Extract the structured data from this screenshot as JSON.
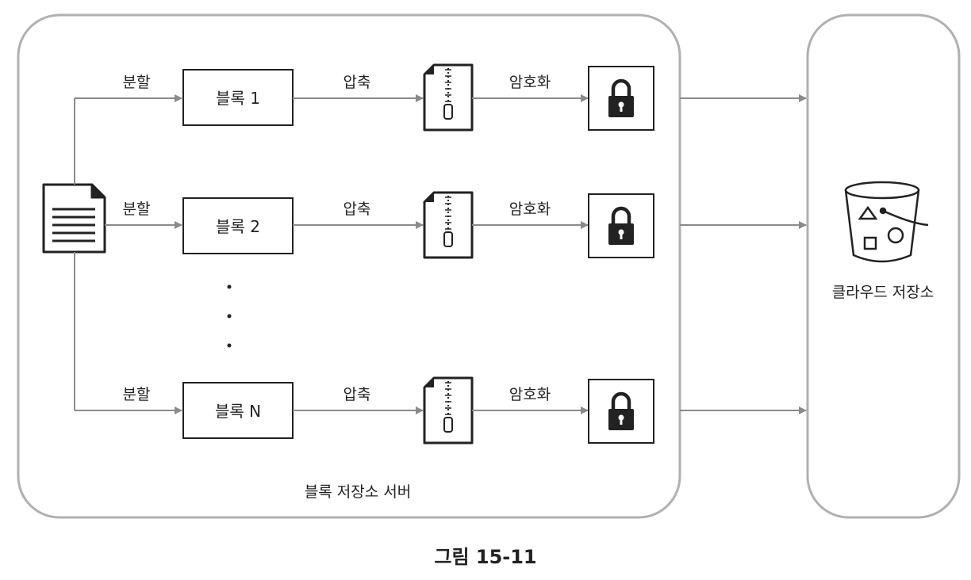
{
  "labels": {
    "split": "분할",
    "compress": "압축",
    "encrypt": "암호화",
    "server": "블록 저장소 서버",
    "cloud": "클라우드 저장소",
    "caption": "그림 15-11"
  },
  "blocks": [
    {
      "label": "블록 1"
    },
    {
      "label": "블록 2"
    },
    {
      "label": "블록 N"
    }
  ],
  "icons": {
    "document": "document-icon",
    "zip": "zip-file-icon",
    "lock": "lock-icon",
    "bucket": "bucket-icon"
  },
  "colors": {
    "frame": "#b0b0b0",
    "line": "#8a8a8a",
    "ink": "#222222"
  }
}
